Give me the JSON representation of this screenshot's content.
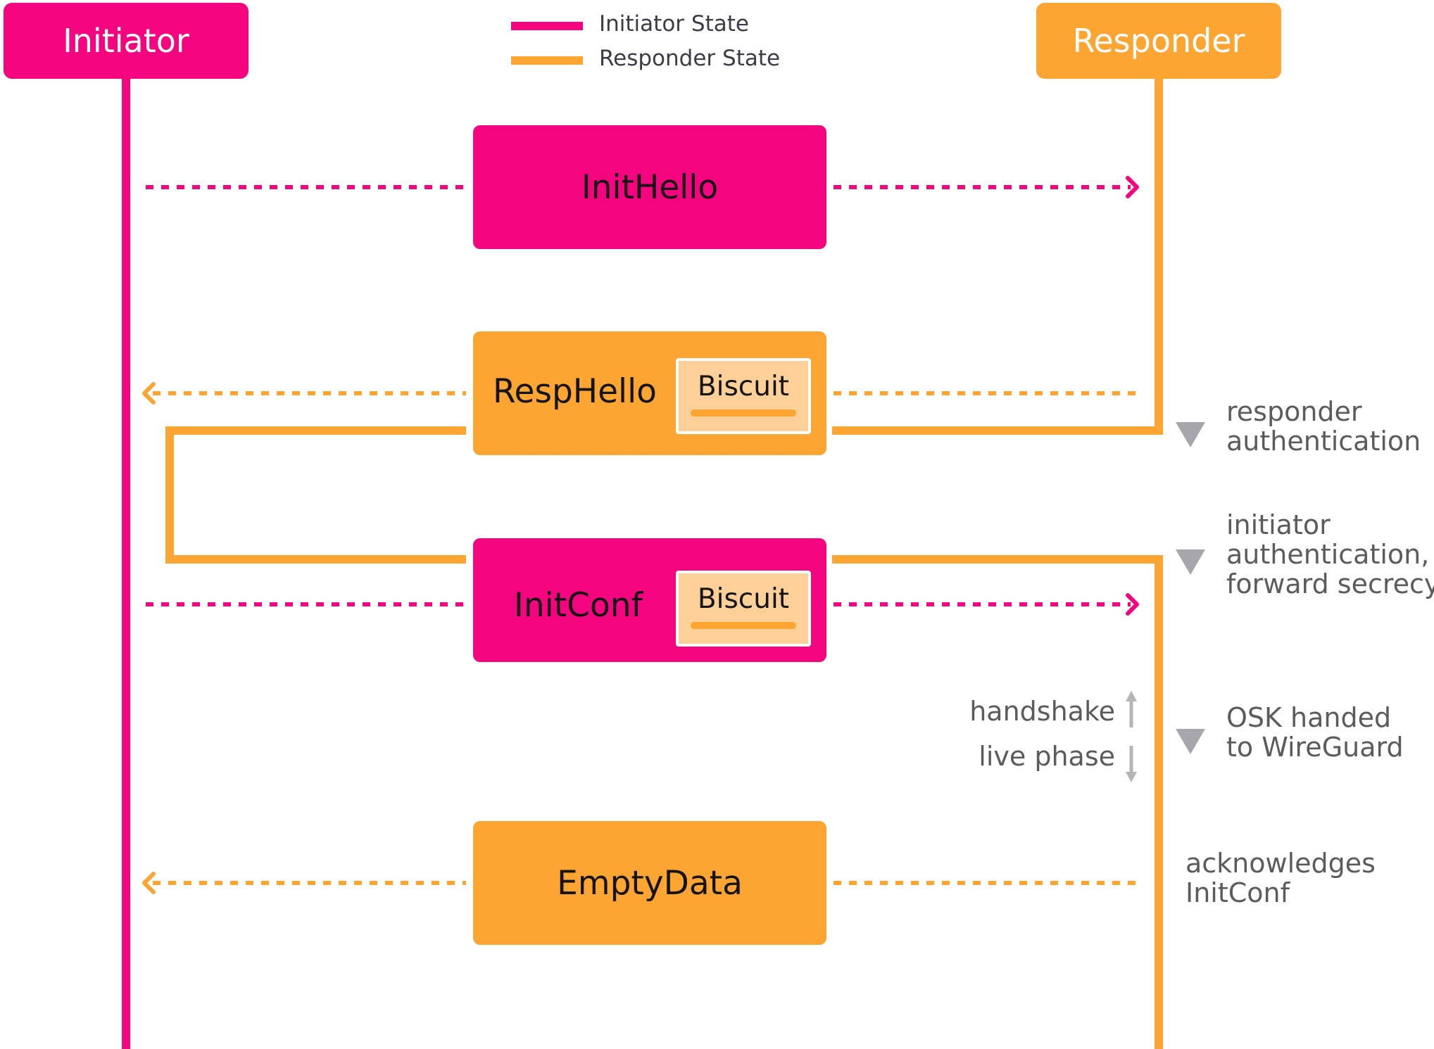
{
  "colors": {
    "initiator": "#f5047f",
    "responder": "#fca532",
    "biscuit_fill": "#fdd09a",
    "note_text": "#5b5b5b",
    "note_marker": "#a6a6ab"
  },
  "actors": {
    "initiator": "Initiator",
    "responder": "Responder"
  },
  "legend": {
    "initiator_state": "Initiator State",
    "responder_state": "Responder State"
  },
  "messages": {
    "init_hello": {
      "label": "InitHello",
      "direction": "initiator-to-responder"
    },
    "resp_hello": {
      "label": "RespHello",
      "biscuit": "Biscuit",
      "direction": "responder-to-initiator"
    },
    "init_conf": {
      "label": "InitConf",
      "biscuit": "Biscuit",
      "direction": "initiator-to-responder"
    },
    "empty_data": {
      "label": "EmptyData",
      "direction": "responder-to-initiator"
    }
  },
  "notes": {
    "responder_auth": {
      "line1": "responder",
      "line2": "authentication"
    },
    "initiator_auth": {
      "line1": "initiator",
      "line2": "authentication,",
      "line3": "forward secrecy"
    },
    "osk": {
      "line1": "OSK handed",
      "line2": "to WireGuard"
    },
    "acknowledges": {
      "line1": "acknowledges",
      "line2": "InitConf"
    }
  },
  "phases": {
    "handshake": "handshake",
    "live": "live phase"
  },
  "icons": {
    "note_marker": "triangle-down-icon",
    "phase_up": "arrow-up-icon",
    "phase_down": "arrow-down-icon"
  }
}
